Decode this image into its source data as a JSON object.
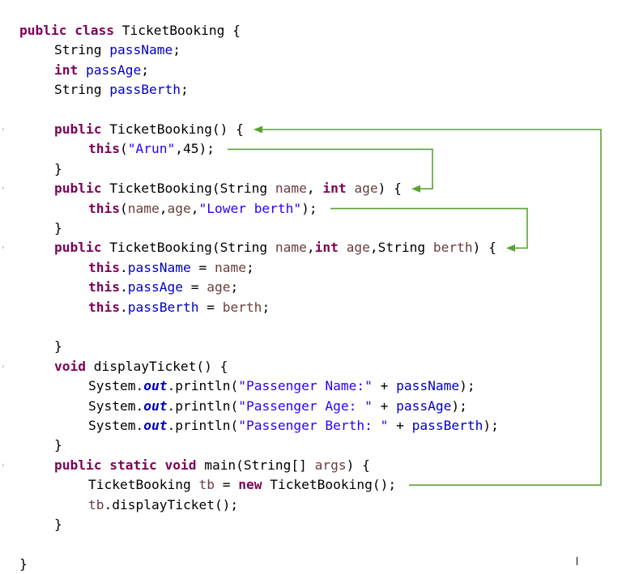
{
  "colors": {
    "keyword": "#7f0055",
    "field": "#0000c0",
    "string": "#2a00ff",
    "parameter": "#6a3e3e",
    "plain": "#000000",
    "arrow": "#5aa332",
    "gutter_marker": "#a0a0a0"
  },
  "gutter_marker_icon": "fold-marker-icon",
  "gutter_marker_glyph": "›",
  "code_lines": [
    {
      "indent": 0,
      "marker": false,
      "tokens": [
        {
          "t": "public",
          "c": "kw"
        },
        {
          "t": " "
        },
        {
          "t": "class",
          "c": "kw"
        },
        {
          "t": " TicketBooking {"
        }
      ]
    },
    {
      "indent": 1,
      "marker": false,
      "tokens": [
        {
          "t": "String "
        },
        {
          "t": "passName",
          "c": "field"
        },
        {
          "t": ";"
        }
      ]
    },
    {
      "indent": 1,
      "marker": false,
      "tokens": [
        {
          "t": "int",
          "c": "kw"
        },
        {
          "t": " "
        },
        {
          "t": "passAge",
          "c": "field"
        },
        {
          "t": ";"
        }
      ]
    },
    {
      "indent": 1,
      "marker": false,
      "tokens": [
        {
          "t": "String "
        },
        {
          "t": "passBerth",
          "c": "field"
        },
        {
          "t": ";"
        }
      ]
    },
    {
      "indent": 0,
      "marker": false,
      "tokens": []
    },
    {
      "indent": 1,
      "marker": true,
      "tokens": [
        {
          "t": "public",
          "c": "kw"
        },
        {
          "t": " TicketBooking() {"
        }
      ]
    },
    {
      "indent": 2,
      "marker": false,
      "tokens": [
        {
          "t": "this",
          "c": "kw"
        },
        {
          "t": "("
        },
        {
          "t": "\"Arun\"",
          "c": "string"
        },
        {
          "t": ",45);"
        }
      ]
    },
    {
      "indent": 1,
      "marker": false,
      "tokens": [
        {
          "t": "}"
        }
      ]
    },
    {
      "indent": 1,
      "marker": true,
      "tokens": [
        {
          "t": "public",
          "c": "kw"
        },
        {
          "t": " TicketBooking(String "
        },
        {
          "t": "name",
          "c": "param"
        },
        {
          "t": ", "
        },
        {
          "t": "int",
          "c": "kw"
        },
        {
          "t": " "
        },
        {
          "t": "age",
          "c": "param"
        },
        {
          "t": ") {"
        }
      ]
    },
    {
      "indent": 2,
      "marker": false,
      "tokens": [
        {
          "t": "this",
          "c": "kw"
        },
        {
          "t": "("
        },
        {
          "t": "name",
          "c": "param"
        },
        {
          "t": ","
        },
        {
          "t": "age",
          "c": "param"
        },
        {
          "t": ","
        },
        {
          "t": "\"Lower berth\"",
          "c": "string"
        },
        {
          "t": ");"
        }
      ]
    },
    {
      "indent": 1,
      "marker": false,
      "tokens": [
        {
          "t": "}"
        }
      ]
    },
    {
      "indent": 1,
      "marker": true,
      "tokens": [
        {
          "t": "public",
          "c": "kw"
        },
        {
          "t": " TicketBooking(String "
        },
        {
          "t": "name",
          "c": "param"
        },
        {
          "t": ","
        },
        {
          "t": "int",
          "c": "kw"
        },
        {
          "t": " "
        },
        {
          "t": "age",
          "c": "param"
        },
        {
          "t": ",String "
        },
        {
          "t": "berth",
          "c": "param"
        },
        {
          "t": ") {"
        }
      ]
    },
    {
      "indent": 2,
      "marker": false,
      "tokens": [
        {
          "t": "this",
          "c": "kw"
        },
        {
          "t": "."
        },
        {
          "t": "passName",
          "c": "field"
        },
        {
          "t": " = "
        },
        {
          "t": "name",
          "c": "param"
        },
        {
          "t": ";"
        }
      ]
    },
    {
      "indent": 2,
      "marker": false,
      "tokens": [
        {
          "t": "this",
          "c": "kw"
        },
        {
          "t": "."
        },
        {
          "t": "passAge",
          "c": "field"
        },
        {
          "t": " = "
        },
        {
          "t": "age",
          "c": "param"
        },
        {
          "t": ";"
        }
      ]
    },
    {
      "indent": 2,
      "marker": false,
      "tokens": [
        {
          "t": "this",
          "c": "kw"
        },
        {
          "t": "."
        },
        {
          "t": "passBerth",
          "c": "field"
        },
        {
          "t": " = "
        },
        {
          "t": "berth",
          "c": "param"
        },
        {
          "t": ";"
        }
      ]
    },
    {
      "indent": 0,
      "marker": false,
      "tokens": []
    },
    {
      "indent": 1,
      "marker": false,
      "tokens": [
        {
          "t": "}"
        }
      ]
    },
    {
      "indent": 1,
      "marker": true,
      "tokens": [
        {
          "t": "void",
          "c": "kw"
        },
        {
          "t": " displayTicket() {"
        }
      ]
    },
    {
      "indent": 2,
      "marker": false,
      "tokens": [
        {
          "t": "System."
        },
        {
          "t": "out",
          "c": "static"
        },
        {
          "t": ".println("
        },
        {
          "t": "\"Passenger Name:\"",
          "c": "string"
        },
        {
          "t": " + "
        },
        {
          "t": "passName",
          "c": "field"
        },
        {
          "t": ");"
        }
      ]
    },
    {
      "indent": 2,
      "marker": false,
      "tokens": [
        {
          "t": "System."
        },
        {
          "t": "out",
          "c": "static"
        },
        {
          "t": ".println("
        },
        {
          "t": "\"Passenger Age: \"",
          "c": "string"
        },
        {
          "t": " + "
        },
        {
          "t": "passAge",
          "c": "field"
        },
        {
          "t": ");"
        }
      ]
    },
    {
      "indent": 2,
      "marker": false,
      "tokens": [
        {
          "t": "System."
        },
        {
          "t": "out",
          "c": "static"
        },
        {
          "t": ".println("
        },
        {
          "t": "\"Passenger Berth: \"",
          "c": "string"
        },
        {
          "t": " + "
        },
        {
          "t": "passBerth",
          "c": "field"
        },
        {
          "t": ");"
        }
      ]
    },
    {
      "indent": 1,
      "marker": false,
      "tokens": [
        {
          "t": "}"
        }
      ]
    },
    {
      "indent": 1,
      "marker": true,
      "tokens": [
        {
          "t": "public",
          "c": "kw"
        },
        {
          "t": " "
        },
        {
          "t": "static",
          "c": "kw"
        },
        {
          "t": " "
        },
        {
          "t": "void",
          "c": "kw"
        },
        {
          "t": " main(String[] "
        },
        {
          "t": "args",
          "c": "param"
        },
        {
          "t": ") {"
        }
      ]
    },
    {
      "indent": 2,
      "marker": false,
      "tokens": [
        {
          "t": "TicketBooking "
        },
        {
          "t": "tb",
          "c": "param"
        },
        {
          "t": " = "
        },
        {
          "t": "new",
          "c": "kw"
        },
        {
          "t": " TicketBooking();"
        }
      ]
    },
    {
      "indent": 2,
      "marker": false,
      "tokens": [
        {
          "t": "tb",
          "c": "param"
        },
        {
          "t": ".displayTicket();"
        }
      ]
    },
    {
      "indent": 1,
      "marker": false,
      "tokens": [
        {
          "t": "}"
        }
      ]
    },
    {
      "indent": 0,
      "marker": false,
      "tokens": []
    },
    {
      "indent": 0,
      "marker": false,
      "tokens": [
        {
          "t": "}"
        }
      ]
    }
  ],
  "call_arrows": [
    {
      "name": "arrow-main-to-default-constructor",
      "from_line": 23,
      "to_line": 5
    },
    {
      "name": "arrow-this-arun-to-two-arg-constructor",
      "from_line": 6,
      "to_line": 8
    },
    {
      "name": "arrow-this-lower-berth-to-three-arg-constructor",
      "from_line": 9,
      "to_line": 11
    }
  ]
}
